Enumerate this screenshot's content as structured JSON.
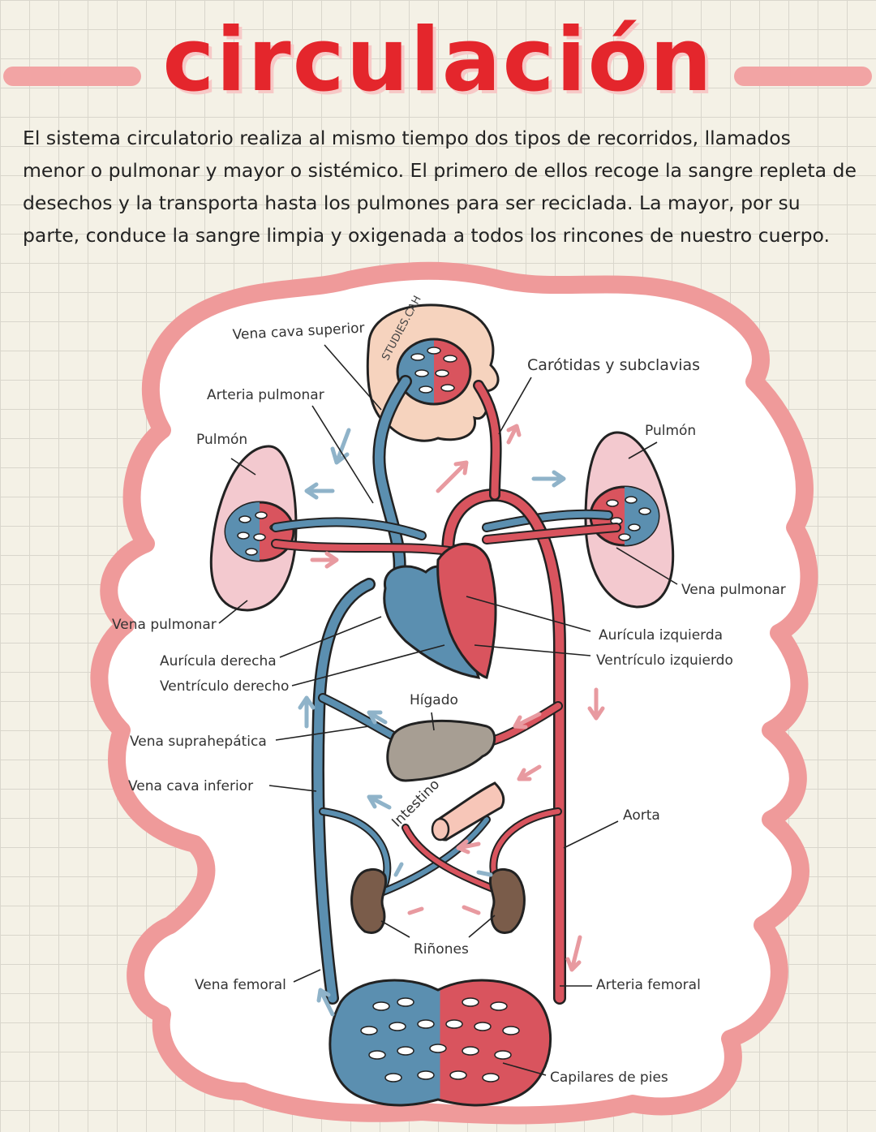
{
  "title": "circulación",
  "intro": "El sistema circulatorio realiza al mismo tiempo dos tipos de recorridos, llamados menor o pulmonar y mayor o sistémico. El primero de ellos recoge la sangre repleta de desechos y la transporta hasta los pulmones para ser reciclada. La mayor, por su parte, conduce la sangre limpia y oxigenada a todos los rincones de nuestro cuerpo.",
  "diagram": {
    "watermark": "STUDIES.CAH",
    "labels": {
      "vena_cava_superior": "Vena cava superior",
      "arteria_pulmonar": "Arteria pulmonar",
      "pulmon_left": "Pulmón",
      "pulmon_right": "Pulmón",
      "carotidas": "Carótidas y subclavias",
      "vena_pulmonar_right": "Vena pulmonar",
      "vena_pulmonar_left": "Vena pulmonar",
      "auricula_derecha": "Aurícula derecha",
      "ventriculo_derecho": "Ventrículo derecho",
      "auricula_izquierda": "Aurícula izquierda",
      "ventriculo_izquierdo": "Ventrículo izquierdo",
      "higado": "Hígado",
      "vena_suprahepatica": "Vena suprahepática",
      "vena_cava_inferior": "Vena cava inferior",
      "intestino": "Intestino",
      "aorta": "Aorta",
      "rinones": "Riñones",
      "vena_femoral": "Vena femoral",
      "arteria_femoral": "Arteria femoral",
      "capilares_pies": "Capilares de pies"
    },
    "colors": {
      "title": "#e4262c",
      "vein": "#5b8fb0",
      "artery": "#d9545e",
      "lung": "#f3c9cf",
      "liver": "#a79e93",
      "kidney": "#7a5c4a",
      "head": "#f6d3be",
      "intestine": "#f7c6b8",
      "blob_border": "#ef9a9a"
    }
  }
}
